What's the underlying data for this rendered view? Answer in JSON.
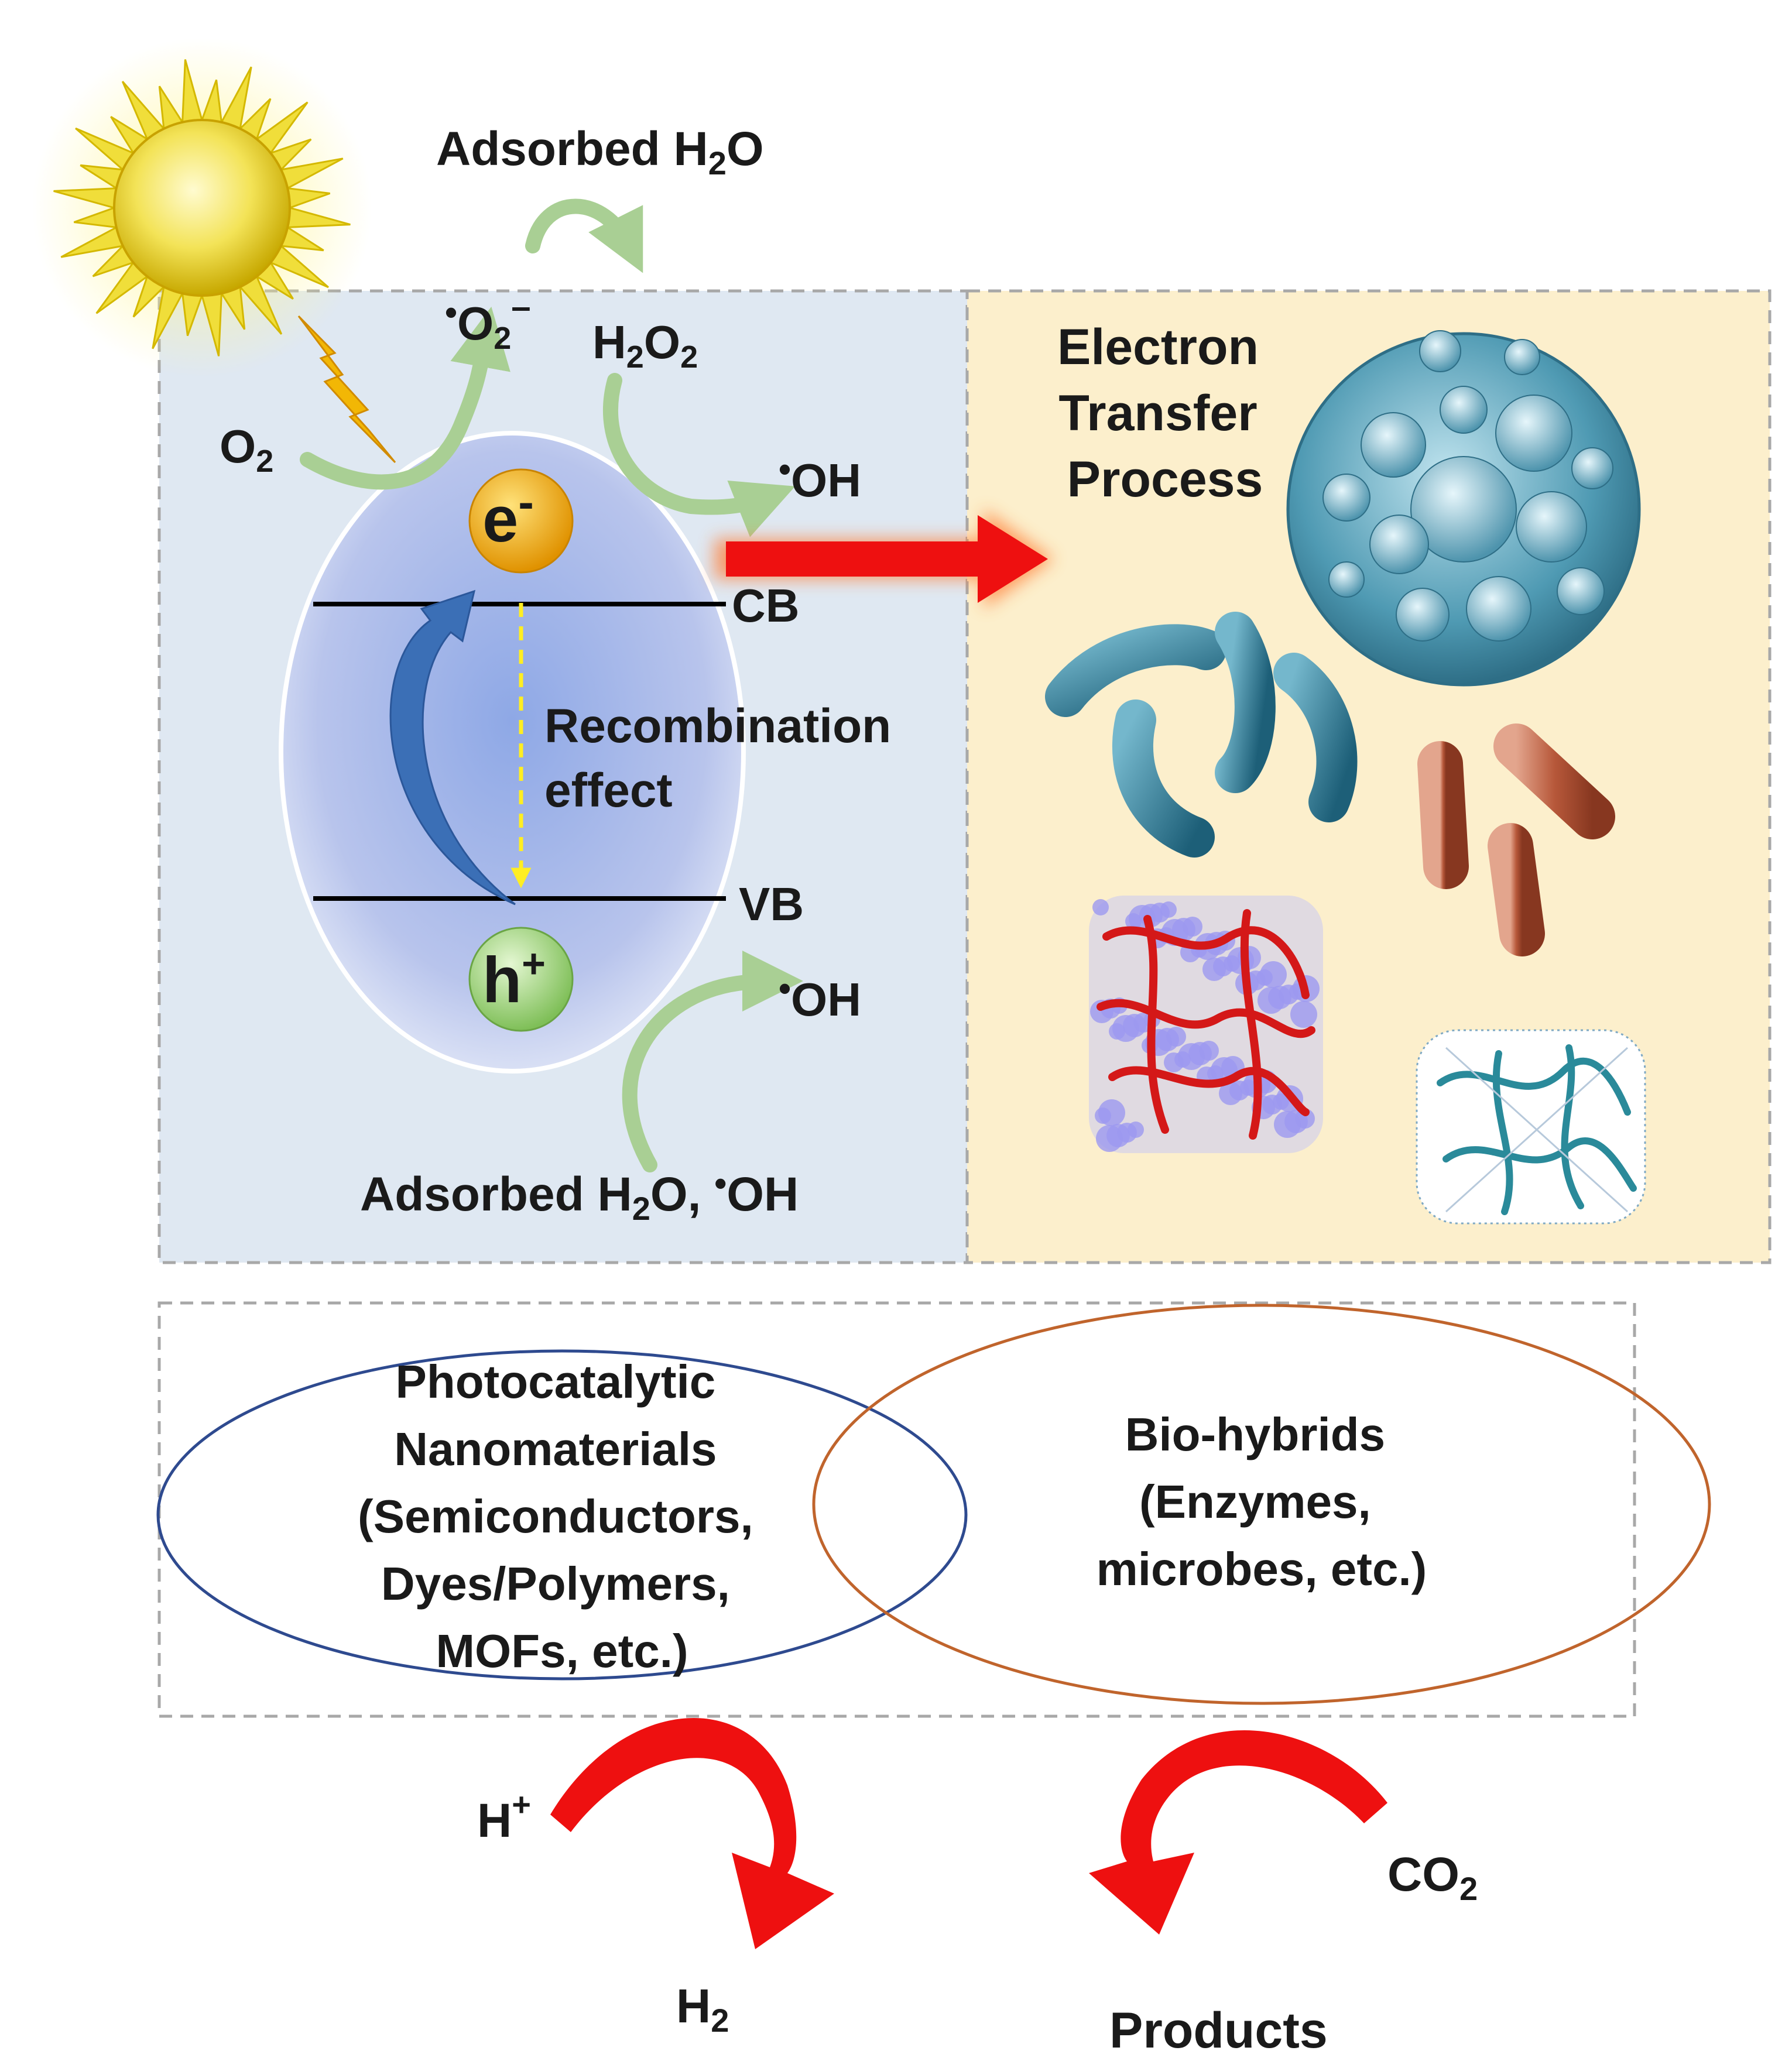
{
  "labels": {
    "adsorbed_h2o_top": {
      "pre": "Adsorbed H",
      "sub": "2",
      "post": "O"
    },
    "superoxide": {
      "dot": "•",
      "main": "O",
      "sub": "2",
      "sup": "–"
    },
    "h2o2": {
      "a": "H",
      "s1": "2",
      "b": "O",
      "s2": "2"
    },
    "o2": {
      "main": "O",
      "sub": "2"
    },
    "oh_top": {
      "dot": "•",
      "main": "OH"
    },
    "oh_mid": {
      "dot": "•",
      "main": "OH"
    },
    "electron": {
      "main": "e",
      "sup": "-"
    },
    "hole": {
      "main": "h",
      "sup": "+"
    },
    "cb": "CB",
    "vb": "VB",
    "recombination": [
      "Recombination",
      "effect"
    ],
    "adsorbed_bottom": {
      "pre": "Adsorbed H",
      "sub": "2",
      "post": "O, ",
      "dot": "•",
      "tail": "OH"
    },
    "electron_transfer": [
      "Electron",
      "Transfer",
      "Process"
    ]
  },
  "venn": {
    "left": [
      "Photocatalytic",
      "Nanomaterials",
      "(Semiconductors,",
      "Dyes/Polymers,",
      "MOFs, etc.)"
    ],
    "right": [
      "Bio-hybrids",
      "(Enzymes,",
      "microbes, etc.)"
    ]
  },
  "reactions": {
    "h_plus": {
      "main": "H",
      "sup": "+"
    },
    "h2": {
      "main": "H",
      "sub": "2"
    },
    "co2": {
      "main": "CO",
      "sub": "2"
    },
    "products": "Products"
  },
  "colors": {
    "left_panel_bg": "#dfe8f2",
    "right_panel_bg": "#fcefcc",
    "dashed_border": "#a8a8a8",
    "green_arrow": "#a9cf94",
    "red_arrow": "#ee1010",
    "venn_left": "#2e4a8f",
    "venn_right": "#c0642c",
    "electron_ball": "#f2a900",
    "hole_ball": "#8ec86a",
    "blue_arrow": "#3b6fb6",
    "recombination_arrow": "#ffee22"
  }
}
